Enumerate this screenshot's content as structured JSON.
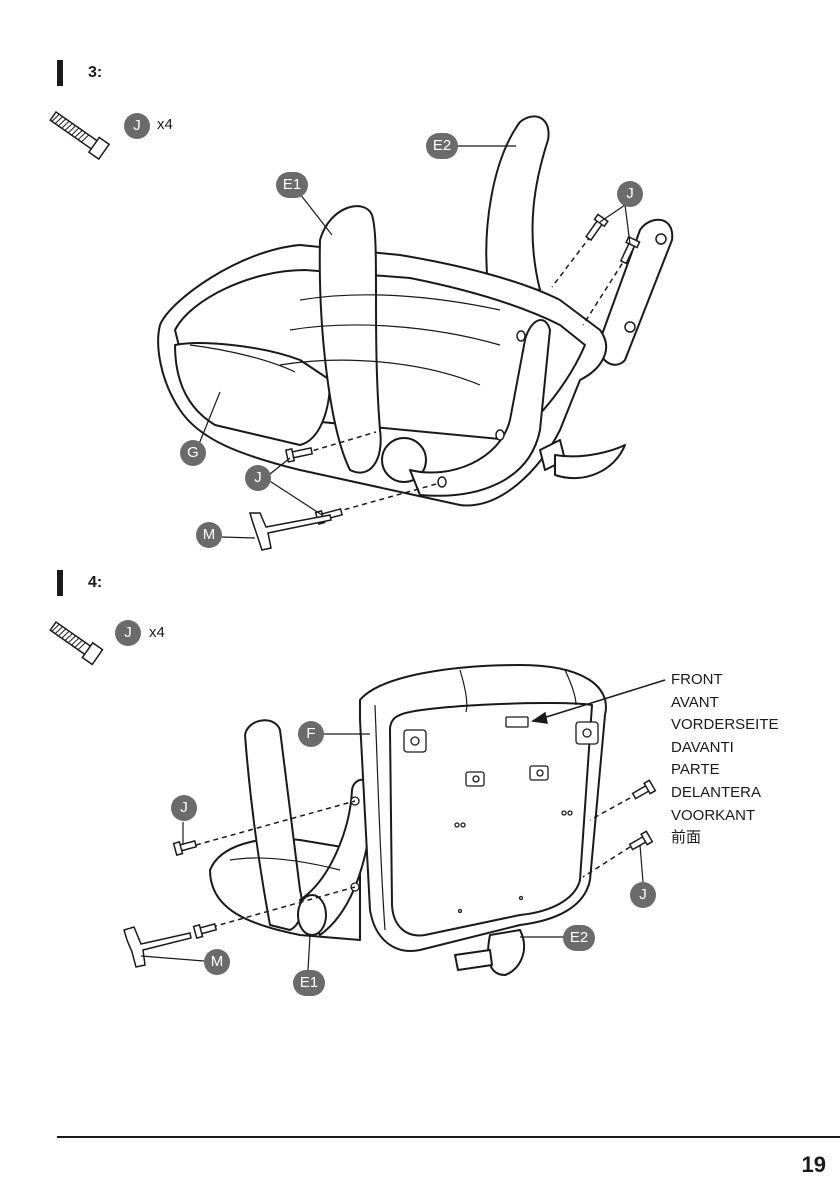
{
  "steps": [
    {
      "label": "3:",
      "quantity": "x4",
      "part_badge": "J",
      "callouts": [
        "E2",
        "E1",
        "J",
        "G",
        "J",
        "M"
      ]
    },
    {
      "label": "4:",
      "quantity": "x4",
      "part_badge": "J",
      "callouts": [
        "F",
        "J",
        "M",
        "E1",
        "E2",
        "J"
      ],
      "front_labels": [
        "FRONT",
        "AVANT",
        "VORDERSEITE",
        "DAVANTI",
        "PARTE",
        "DELANTERA",
        "VOORKANT",
        "前面"
      ]
    }
  ],
  "page_number": "19",
  "icons": {
    "bolt": "bolt-icon",
    "badge_color": "#6b6b6b",
    "line_color": "#1a1a1a"
  }
}
